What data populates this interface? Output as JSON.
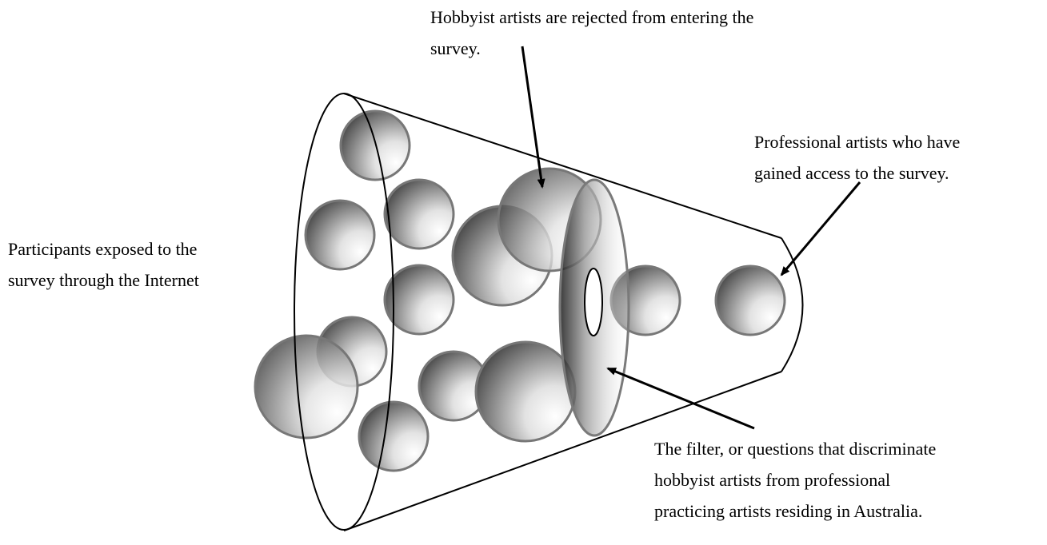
{
  "labels": {
    "top": [
      "Hobbyist artists are rejected from entering the",
      "survey."
    ],
    "right": [
      "Professional artists who have",
      "gained access to the survey."
    ],
    "left": [
      "Participants exposed to the",
      "survey through the Internet"
    ],
    "bottom": [
      "The filter, or questions that discriminate",
      "hobbyist artists from professional",
      "practicing artists residing in Australia."
    ]
  },
  "colors": {
    "stroke": "#000000",
    "sphere_light": "#ffffff",
    "sphere_dark": "#555555",
    "filter_stroke": "#7a7a7a"
  }
}
